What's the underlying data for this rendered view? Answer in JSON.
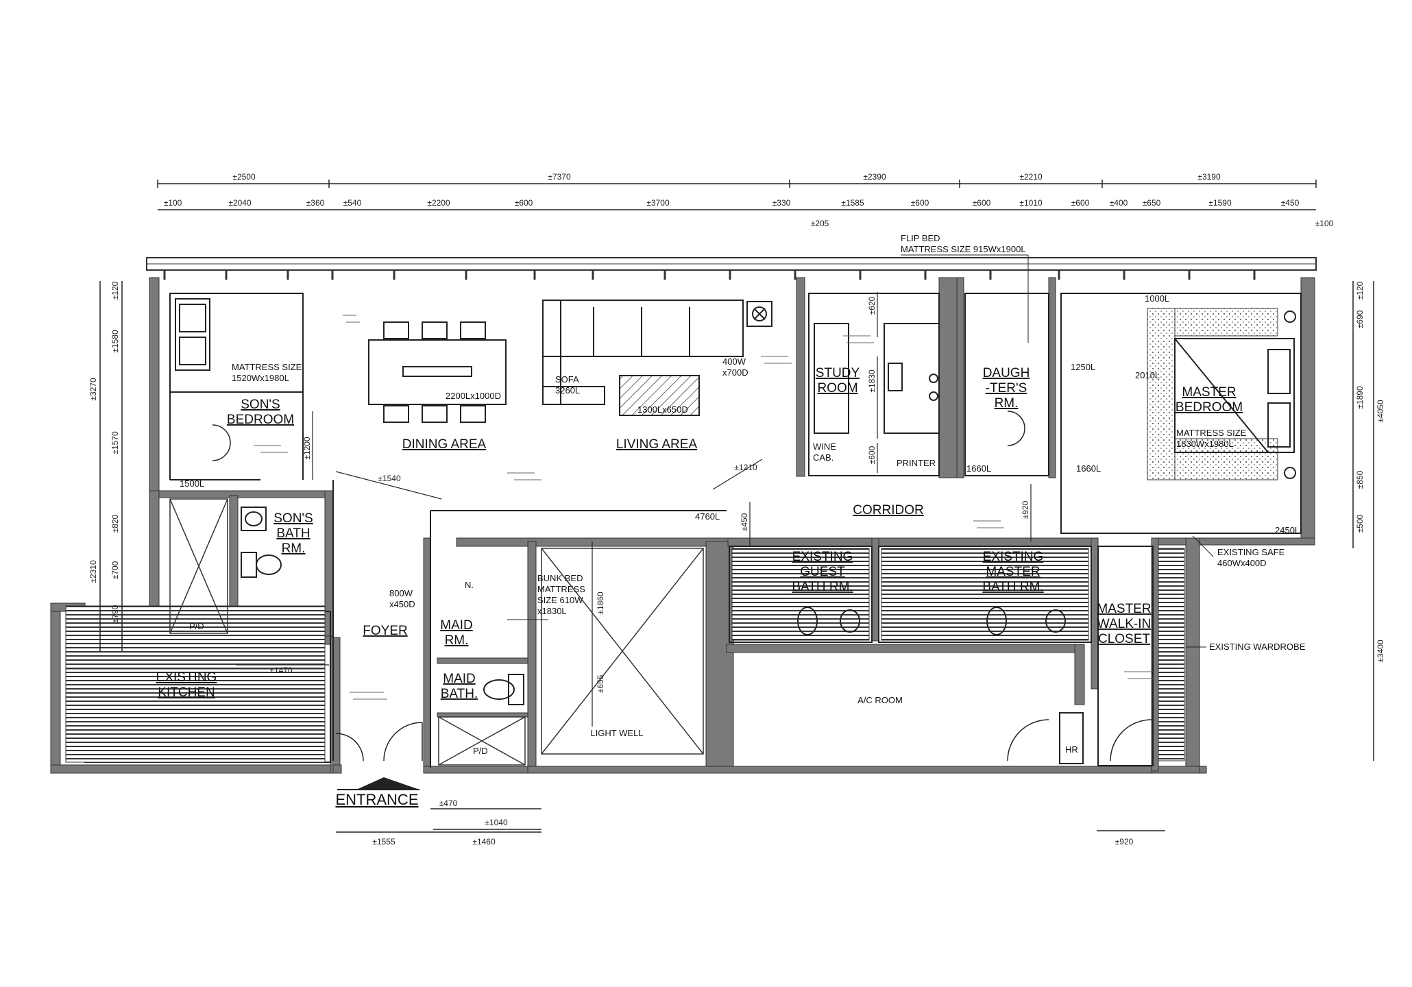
{
  "rooms": {
    "son_bedroom": [
      "SON'S",
      "BEDROOM"
    ],
    "son_bath": [
      "SON'S",
      "BATH",
      "RM."
    ],
    "dining": "DINING AREA",
    "living": "LIVING AREA",
    "study": [
      "STUDY",
      "ROOM"
    ],
    "daughter": [
      "DAUGH",
      "-TER'S",
      "RM."
    ],
    "master_bedroom": [
      "MASTER",
      "BEDROOM"
    ],
    "corridor": "CORRIDOR",
    "guest_bath": [
      "EXISTING",
      "GUEST",
      "BATH RM."
    ],
    "master_bath": [
      "EXISTING",
      "MASTER",
      "BATH RM."
    ],
    "walk_in": [
      "MASTER",
      "WALK-IN",
      "CLOSET"
    ],
    "foyer": "FOYER",
    "maid_rm": [
      "MAID",
      "RM."
    ],
    "maid_bath": [
      "MAID",
      "BATH."
    ],
    "kitchen": [
      "EXISTING",
      "KITCHEN"
    ],
    "ac_room": "A/C ROOM",
    "light_well": "LIGHT WELL",
    "entrance": "ENTRANCE"
  },
  "notes": {
    "son_mattress": [
      "MATTRESS SIZE",
      "1520Wx1980L"
    ],
    "son_1500l": "1500L",
    "table": "2200Lx1000D",
    "sofa": [
      "SOFA",
      "3260L"
    ],
    "coffee_table": "1300Lx650D",
    "tv_unit": [
      "400W",
      "x700D"
    ],
    "wine": [
      "WINE",
      "CAB."
    ],
    "printer": "PRINTER",
    "flip_bed": [
      "FLIP BED",
      "MATTRESS SIZE 915Wx1900L"
    ],
    "d_1660l_a": "1660L",
    "d_1660l_b": "1660L",
    "d_1250l": "1250L",
    "d_1000l": "1000L",
    "d_2010l": "2010L",
    "master_mattress": [
      "MATTRESS SIZE",
      "1830Wx1980L"
    ],
    "d_2450l": "2450L",
    "safe": [
      "EXISTING SAFE",
      "460Wx400D"
    ],
    "wardrobe": "EXISTING WARDROBE",
    "d_4760l": "4760L",
    "bunk": [
      "BUNK BED",
      "MATTRESS",
      "SIZE 610W",
      "x1830L"
    ],
    "fridge": [
      "800W",
      "x450D"
    ],
    "pd1": "P/D",
    "pd2": "P/D",
    "hr": "HR",
    "n": "N."
  },
  "top_dims_row1": [
    "±2500",
    "±7370",
    "±2390",
    "±2210",
    "±3190"
  ],
  "top_dims_row2": [
    "±100",
    "±2040",
    "±360",
    "±540",
    "±2200",
    "±600",
    "±3700",
    "±330",
    "±1585",
    "±600",
    "±600",
    "±1010",
    "±600",
    "±400",
    "±650",
    "±1590",
    "±450"
  ],
  "top_dims_extra": [
    "±205",
    "±100"
  ],
  "left_dims_outer": [
    "±3270",
    "±2310"
  ],
  "left_dims_inner": [
    "±120",
    "±1580",
    "±1570",
    "±820",
    "±700",
    "±790"
  ],
  "right_dims_inner": [
    "±120",
    "±690",
    "±1890",
    "±850",
    "±500"
  ],
  "right_dims_outer": [
    "±4050",
    "±3400"
  ],
  "inner_dims": {
    "d1540": "±1540",
    "d1210": "±1210",
    "d1200": "±1200",
    "d1470": "±1470",
    "d620": "±620",
    "d1830": "±1830",
    "d600s": "±600",
    "d450": "±450",
    "d920v": "±920",
    "d1860": "±1860",
    "d655": "±655"
  },
  "bottom_dims": [
    "±470",
    "±1040",
    "±1555",
    "±1460",
    "±920"
  ]
}
